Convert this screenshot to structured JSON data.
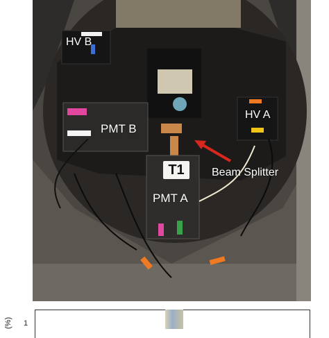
{
  "photo": {
    "labels": {
      "hv_b": "HV B",
      "hv_a": "HV A",
      "pmt_b": "PMT B",
      "pmt_a": "PMT A",
      "t1": "T1",
      "beam_splitter": "Beam Splitter"
    },
    "colors": {
      "arrow": "#d8281e",
      "magenta_tape": "#e0479e",
      "yellow_tape": "#f0c419",
      "orange_tape": "#f07a22",
      "green_tape": "#3aa34a"
    }
  },
  "chart": {
    "ylabel": "(%)",
    "tick": "1"
  }
}
